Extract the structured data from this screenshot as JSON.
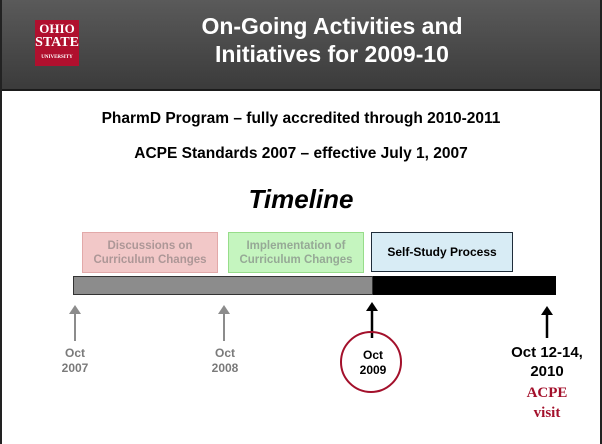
{
  "header": {
    "title_line1": "On-Going Activities and",
    "title_line2": "Initiatives for 2009-10",
    "logo": {
      "line1": "OHIO",
      "line2": "STATE",
      "line3": "UNIVERSITY",
      "color": "#b0102e"
    }
  },
  "body": {
    "line1": "PharmD Program – fully accredited through 2010-2011",
    "line2": "ACPE Standards 2007 – effective July 1, 2007",
    "timeline_title": "Timeline"
  },
  "phases": [
    {
      "line1": "Discussions on",
      "line2": "Curriculum Changes",
      "color": "#f2c8c8"
    },
    {
      "line1": "Implementation of",
      "line2": "Curriculum Changes",
      "color": "#c5f5bf"
    },
    {
      "line1": "Self-Study Process",
      "color": "#d8ecf5"
    }
  ],
  "milestones": [
    {
      "line1": "Oct",
      "line2": "2007"
    },
    {
      "line1": "Oct",
      "line2": "2008"
    },
    {
      "line1": "Oct",
      "line2": "2009"
    },
    {
      "line1": "Oct 12-14,",
      "line2": "2010",
      "note1": "ACPE",
      "note2": "visit"
    }
  ],
  "colors": {
    "accent": "#a3102b",
    "bar_past": "#8c8c8c",
    "bar_future": "#000000"
  }
}
